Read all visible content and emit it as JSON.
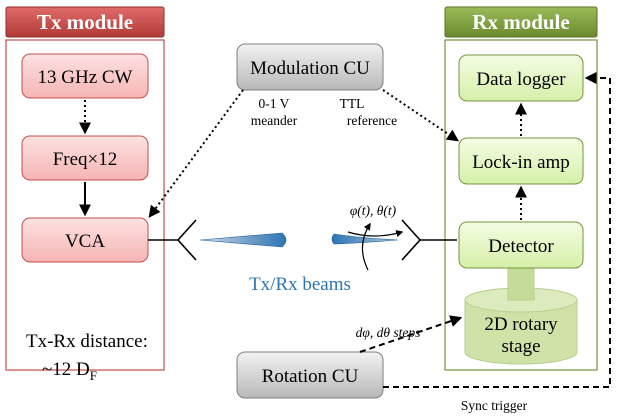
{
  "tx": {
    "header": "Tx module",
    "cw": "13 GHz CW",
    "freq": "Freq×12",
    "vca": "VCA"
  },
  "rx": {
    "header": "Rx module",
    "logger": "Data logger",
    "lockin": "Lock-in amp",
    "detector": "Detector",
    "stage_line1": "2D rotary",
    "stage_line2": "stage"
  },
  "modulation": {
    "label": "Modulation CU",
    "meander_line1": "0-1 V",
    "meander_line2": "meander",
    "ttl_line1": "TTL",
    "ttl_line2": "reference"
  },
  "rotation": {
    "label": "Rotation CU",
    "steps_label": "dφ, dθ steps",
    "sync_label": "Sync trigger"
  },
  "beams": {
    "label": "Tx/Rx beams",
    "angles": "φ(t), θ(t)"
  },
  "distance": {
    "line1": "Tx-Rx distance:",
    "line2_prefix": "~12 D",
    "line2_sub": "F"
  },
  "colors": {
    "tx_header": "#c0504d",
    "rx_header": "#77933c",
    "tx_box_fill": "#f9c5c5",
    "rx_box_fill": "#e4f7c4",
    "cu_fill": "#d0d0d0",
    "beam_blue": "#2e75b6"
  }
}
